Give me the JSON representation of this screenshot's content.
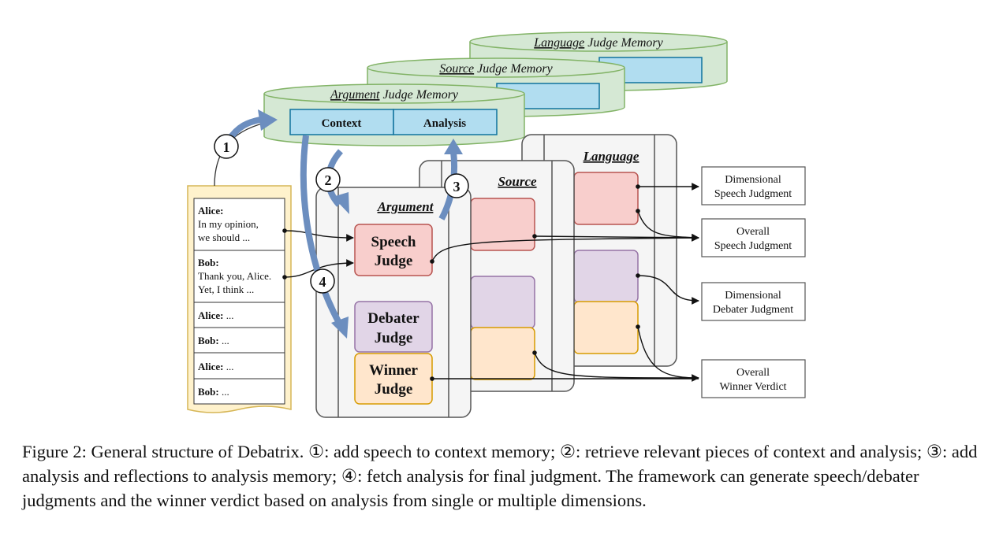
{
  "memories": {
    "language": {
      "title_underlined": "Language",
      "title_rest": " Judge Memory"
    },
    "source": {
      "title_underlined": "Source",
      "title_rest": " Judge Memory"
    },
    "argument": {
      "title_underlined": "Argument",
      "title_rest": " Judge Memory",
      "context_label": "Context",
      "analysis_label": "Analysis"
    }
  },
  "steps": [
    "1",
    "2",
    "3",
    "4"
  ],
  "panels": {
    "language": "Language",
    "source": "Source",
    "argument": "Argument"
  },
  "judges": {
    "speech": [
      "Speech",
      "Judge"
    ],
    "debater": [
      "Debater",
      "Judge"
    ],
    "winner": [
      "Winner",
      "Judge"
    ]
  },
  "transcript": [
    {
      "speaker": "Alice:",
      "lines": [
        "In my opinion,",
        "we should ..."
      ]
    },
    {
      "speaker": "Bob:",
      "lines": [
        "Thank you, Alice.",
        "Yet, I think ..."
      ]
    },
    {
      "speaker": "Alice:",
      "lines": [
        "..."
      ]
    },
    {
      "speaker": "Bob:",
      "lines": [
        "..."
      ]
    },
    {
      "speaker": "Alice:",
      "lines": [
        "..."
      ]
    },
    {
      "speaker": "Bob:",
      "lines": [
        "..."
      ]
    }
  ],
  "outputs": [
    [
      "Dimensional",
      "Speech Judgment"
    ],
    [
      "Overall",
      "Speech Judgment"
    ],
    [
      "Dimensional",
      "Debater Judgment"
    ],
    [
      "Overall",
      "Winner Verdict"
    ]
  ],
  "colors": {
    "memory_fill": "#d5e8d4",
    "memory_stroke": "#82b366",
    "cell_fill": "#b1ddf0",
    "cell_stroke": "#10739e",
    "speech_fill": "#f8cecc",
    "speech_stroke": "#b85450",
    "debater_fill": "#e1d5e7",
    "debater_stroke": "#9673a6",
    "winner_fill": "#ffe6cc",
    "winner_stroke": "#d79b00",
    "transcript_fill": "#fff2cc",
    "transcript_stroke": "#d6b656",
    "step_arrow": "#6c8ebf"
  },
  "caption": "Figure 2: General structure of Debatrix. ①: add speech to context memory; ②: retrieve relevant pieces of context and analysis; ③: add analysis and reflections to analysis memory; ④: fetch analysis for final judgment. The framework can generate speech/debater judgments and the winner verdict based on analysis from single or multiple dimensions."
}
